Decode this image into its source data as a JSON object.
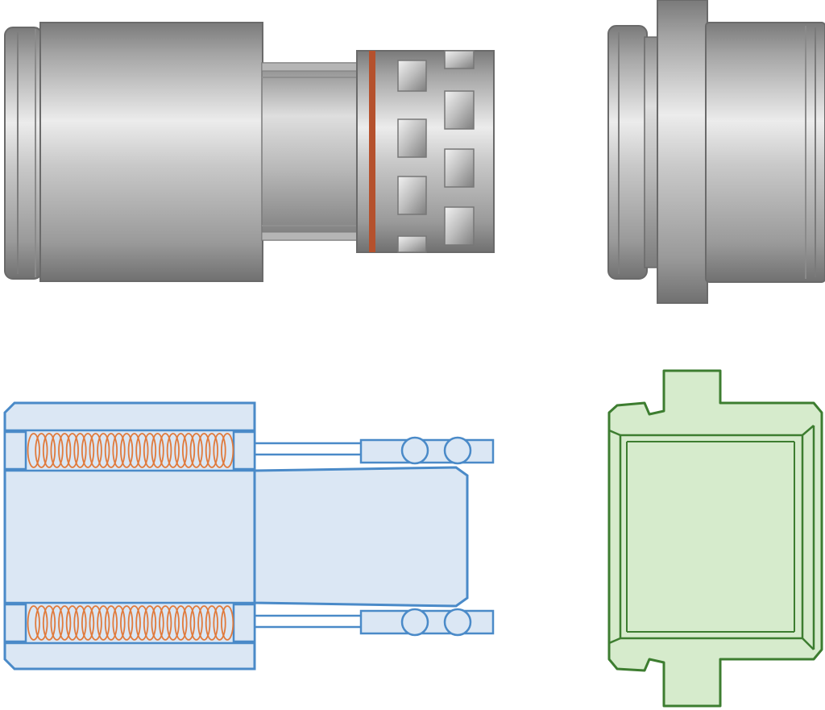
{
  "diagram": {
    "views": [
      {
        "id": "coupler-exterior",
        "style": "rendered"
      },
      {
        "id": "nipple-exterior",
        "style": "rendered"
      },
      {
        "id": "coupler-section",
        "style": "cross-section",
        "outline": "#4a8ac8",
        "fill": "#dbe7f4",
        "spring": "#e07a3c"
      },
      {
        "id": "nipple-section",
        "style": "cross-section",
        "outline": "#3d7d30",
        "fill": "#d6ebcc"
      }
    ],
    "colors": {
      "metal_dark": "#6f6f6f",
      "metal_mid": "#a9a9a9",
      "metal_light": "#e6e6e6",
      "seal_ring": "#b5512d",
      "coupler_outline": "#4a8ac8",
      "coupler_fill": "#dbe7f4",
      "spring": "#e07a3c",
      "nipple_outline": "#3d7d30",
      "nipple_fill": "#d6ebcc"
    }
  }
}
